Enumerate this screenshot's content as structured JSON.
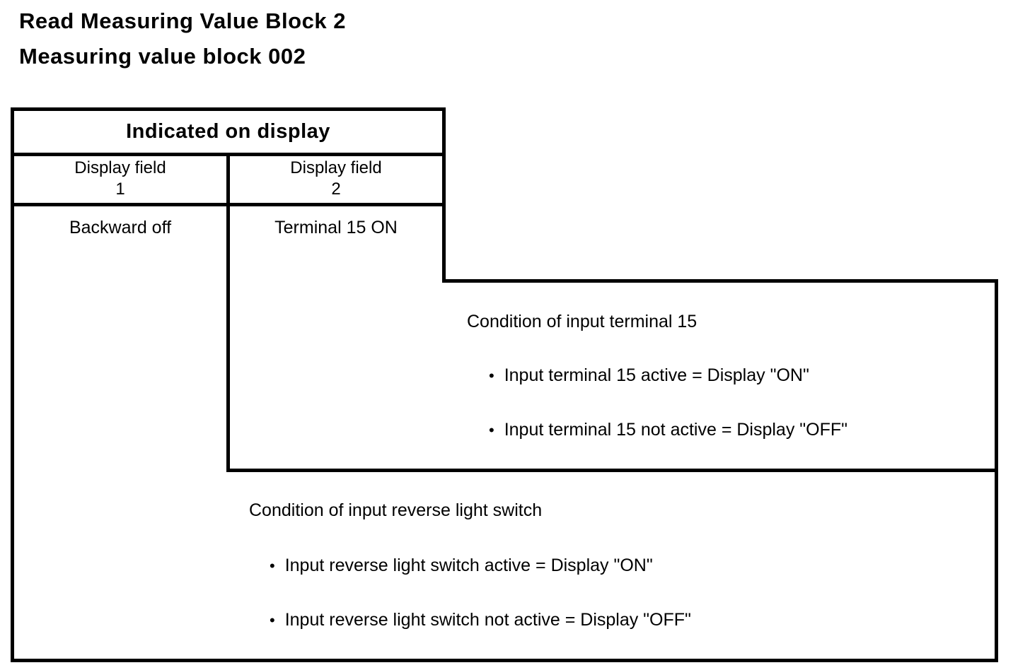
{
  "page": {
    "title_line1": "Read Measuring Value Block 2",
    "title_line2": "Measuring value block 002"
  },
  "table": {
    "header": "Indicated on display",
    "columns": [
      {
        "label": "Display field",
        "number": "1",
        "value": "Backward off"
      },
      {
        "label": "Display field",
        "number": "2",
        "value": "Terminal 15 ON"
      }
    ]
  },
  "callouts": [
    {
      "heading": "Condition of input terminal 15",
      "bullets": [
        "Input terminal 15 active = Display \"ON\"",
        "Input terminal 15 not active = Display \"OFF\""
      ]
    },
    {
      "heading": "Condition of input reverse light switch",
      "bullets": [
        "Input reverse light switch active = Display \"ON\"",
        "Input reverse light switch not active = Display \"OFF\""
      ]
    }
  ],
  "colors": {
    "background": "#ffffff",
    "line": "#000000",
    "text": "#000000"
  }
}
